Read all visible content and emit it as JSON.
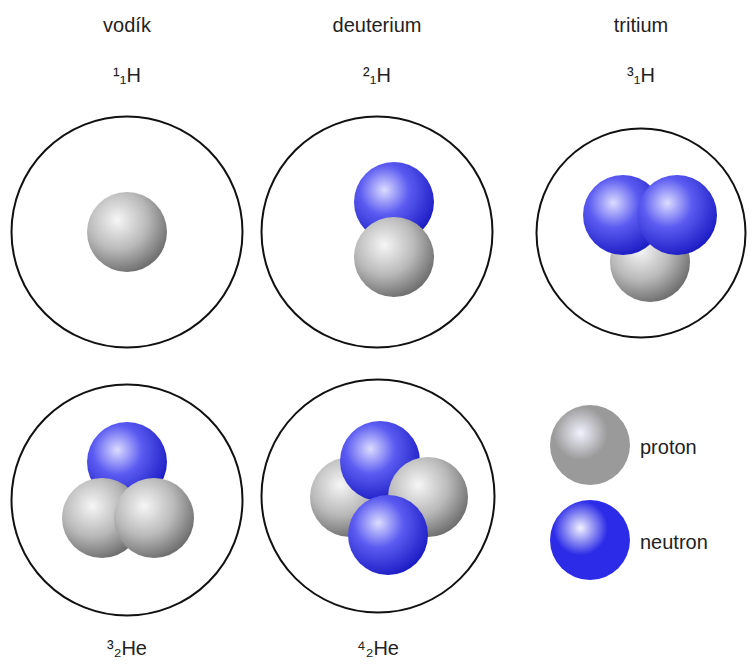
{
  "diagram": {
    "nodes": [
      {
        "text": [
          "vodík",
          "¹₁H"
        ]
      },
      {
        "text": [
          "deuterium",
          "²₁H"
        ]
      },
      {
        "text": [
          "tritium",
          "³₁H"
        ]
      },
      {
        "text": [
          "³₂He"
        ]
      },
      {
        "text": [
          "⁴₂He"
        ]
      }
    ],
    "legend": [
      {
        "text": "proton",
        "color": "#9a9a9a"
      },
      {
        "text": "neutron",
        "color": "#2c2ce8"
      }
    ]
  }
}
